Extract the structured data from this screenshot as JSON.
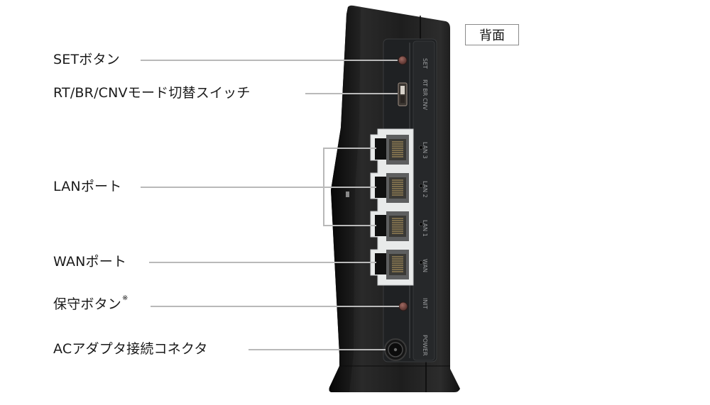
{
  "view_tag": "背面",
  "labels": {
    "set_button": "SETボタン",
    "mode_switch": "RT/BR/CNVモード切替スイッチ",
    "lan_port": "LANポート",
    "wan_port": "WANポート",
    "maintenance_button": "保守ボタン",
    "maintenance_note_mark": "※",
    "ac_connector": "ACアダプタ接続コネクタ"
  },
  "device_markings": {
    "set": "SET",
    "mode": "RT BR CNV",
    "lan_ports": [
      "LAN 3",
      "LAN 2",
      "LAN 1"
    ],
    "wan": "WAN",
    "init": "INIT",
    "power": "POWER"
  },
  "colors": {
    "body": "#1c1c1c",
    "body_edge": "#2e2e2e",
    "panel": "#232527",
    "port_frame": "#e8eaea",
    "button": "#7a4a44",
    "leader_line": "#b9b9b9"
  }
}
